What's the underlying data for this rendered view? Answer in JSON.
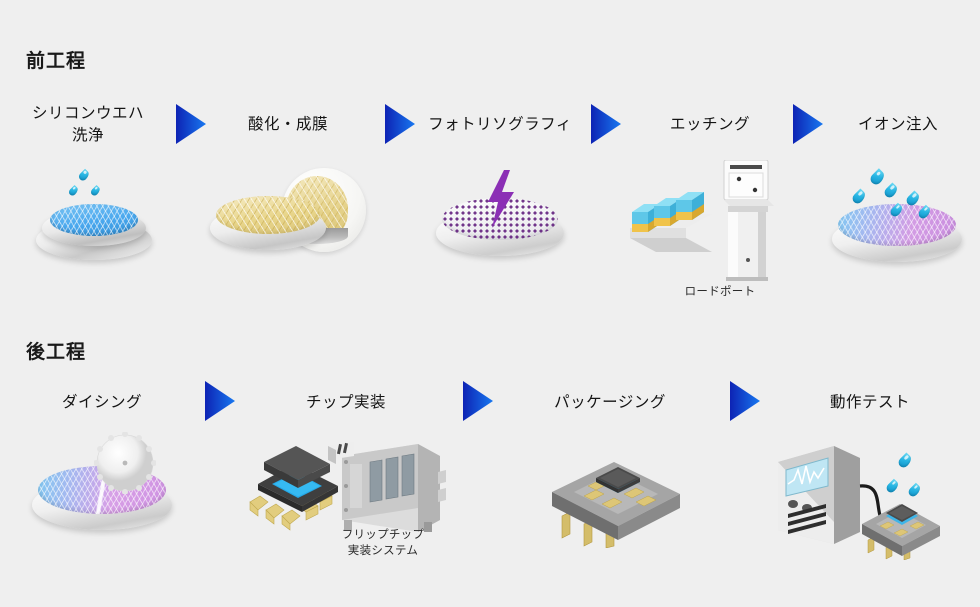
{
  "background_color": "#efefef",
  "arrow_gradient": {
    "from": "#0d23b4",
    "to": "#1878f0"
  },
  "sections": [
    {
      "id": "front-end",
      "title": "前工程",
      "steps": [
        {
          "label": "シリコンウエハ\n洗浄",
          "icon": "wafer-cleaning-icon",
          "caption": ""
        },
        {
          "label": "酸化・成膜",
          "icon": "oxidation-film-icon",
          "caption": ""
        },
        {
          "label": "フォトリソグラフィ",
          "icon": "photolithography-icon",
          "caption": ""
        },
        {
          "label": "エッチング",
          "icon": "etching-icon",
          "caption": "ロードポート"
        },
        {
          "label": "イオン注入",
          "icon": "ion-implantation-icon",
          "caption": ""
        }
      ]
    },
    {
      "id": "back-end",
      "title": "後工程",
      "steps": [
        {
          "label": "ダイシング",
          "icon": "dicing-icon",
          "caption": ""
        },
        {
          "label": "チップ実装",
          "icon": "chip-mounting-icon",
          "caption": "フリップチップ\n実装システム"
        },
        {
          "label": "パッケージング",
          "icon": "packaging-icon",
          "caption": ""
        },
        {
          "label": "動作テスト",
          "icon": "operation-test-icon",
          "caption": ""
        }
      ]
    }
  ],
  "colors": {
    "wafer_blue": "#4aa8ee",
    "wafer_gold": "#e8d58a",
    "wafer_violet": "#c89adf",
    "droplet_cyan": "#2ab6e6",
    "lightning_purple": "#8b2fb5",
    "package_gray": "#7d7d7d",
    "lead_gold": "#d9c063"
  }
}
